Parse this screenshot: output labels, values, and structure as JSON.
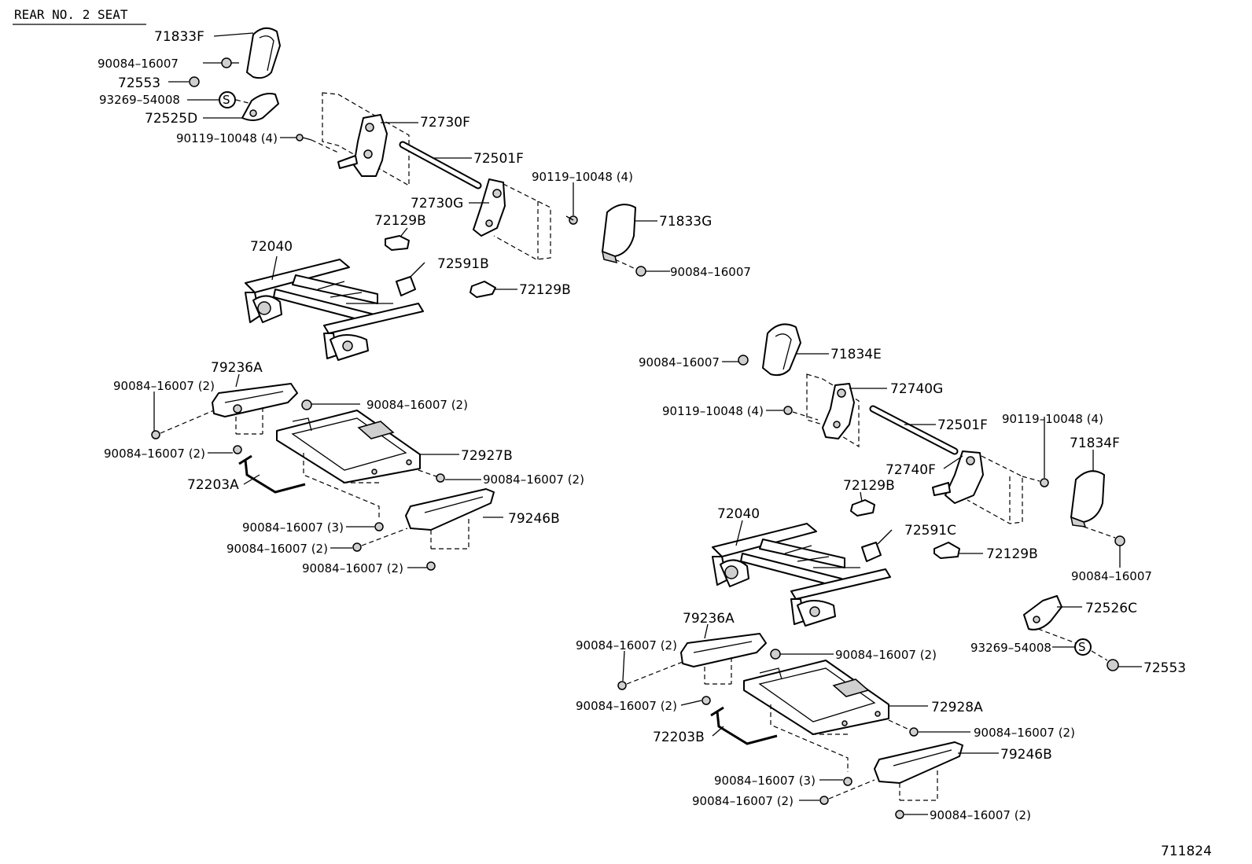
{
  "title": "REAR NO. 2 SEAT",
  "figure_number": "711824",
  "symbol_s": "S",
  "labels": {
    "l_71833F": "71833F",
    "l_90084_16007_a": "90084–16007",
    "l_72553_a": "72553",
    "l_93269_54008_a": "93269–54008",
    "l_72525D": "72525D",
    "l_72730F": "72730F",
    "l_90119_10048_4_a": "90119–10048 (4)",
    "l_72501F_a": "72501F",
    "l_90119_10048_4_b": "90119–10048 (4)",
    "l_72730G": "72730G",
    "l_72129B_a": "72129B",
    "l_71833G": "71833G",
    "l_72040_a": "72040",
    "l_72591B": "72591B",
    "l_90084_16007_b": "90084–16007",
    "l_72129B_b": "72129B",
    "l_71834E": "71834E",
    "l_90084_16007_c": "90084–16007",
    "l_79236A_a": "79236A",
    "l_90084_16007_2_a": "90084–16007 (2)",
    "l_90084_16007_2_b": "90084–16007 (2)",
    "l_72740G": "72740G",
    "l_90119_10048_4_c": "90119–10048 (4)",
    "l_90119_10048_4_d": "90119–10048 (4)",
    "l_72501F_b": "72501F",
    "l_90084_16007_2_c": "90084–16007 (2)",
    "l_72927B": "72927B",
    "l_71834F": "71834F",
    "l_72740F": "72740F",
    "l_72203A": "72203A",
    "l_90084_16007_2_d": "90084–16007 (2)",
    "l_72129B_c": "72129B",
    "l_79246B_a": "79246B",
    "l_72040_b": "72040",
    "l_90084_16007_3_a": "90084–16007 (3)",
    "l_72591C": "72591C",
    "l_90084_16007_2_e": "90084–16007 (2)",
    "l_72129B_d": "72129B",
    "l_90084_16007_2_f": "90084–16007 (2)",
    "l_90084_16007_d": "90084–16007",
    "l_72526C": "72526C",
    "l_79236A_b": "79236A",
    "l_90084_16007_2_g": "90084–16007 (2)",
    "l_90084_16007_2_h": "90084–16007 (2)",
    "l_93269_54008_b": "93269–54008",
    "l_72553_b": "72553",
    "l_90084_16007_2_i": "90084–16007 (2)",
    "l_72928A": "72928A",
    "l_90084_16007_2_j": "90084–16007 (2)",
    "l_72203B": "72203B",
    "l_79246B_b": "79246B",
    "l_90084_16007_3_b": "90084–16007 (3)",
    "l_90084_16007_2_k": "90084–16007 (2)",
    "l_90084_16007_2_l": "90084–16007 (2)"
  }
}
